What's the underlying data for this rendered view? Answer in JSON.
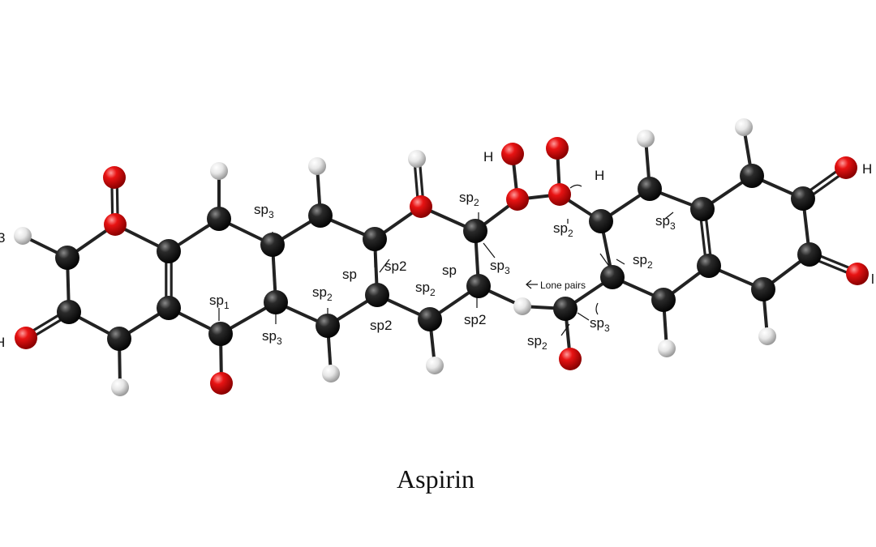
{
  "caption": "Aspirin",
  "colors": {
    "carbon": "#1a1a1a",
    "oxygen": "#e00d0d",
    "hydrogen": "#d9d9d9",
    "bond": "#222222"
  },
  "edge_letters": {
    "h_left": "H",
    "h_right": "H",
    "h_top": "H",
    "h_oh": "H",
    "edge_3": "3",
    "edge_l": "l"
  },
  "labels": {
    "sp3_a": "sp",
    "sp3_a_sub": "3",
    "sp1": "sp",
    "sp1_sub": "1",
    "sp3_b": "sp",
    "sp3_b_sub": "3",
    "sp2_a": "sp",
    "sp2_a_sub": "2",
    "sp_c": "sp",
    "sp2_c": "sp2",
    "sp2_d": "sp2",
    "sp2_e": "sp",
    "sp2_e_sub": "2",
    "sp2_top": "sp",
    "sp2_top_sub": "2",
    "sp_f": "sp",
    "sp3_f": "sp",
    "sp3_f_sub": "3",
    "sp2_g": "sp2",
    "sp2_h": "sp",
    "sp2_h_sub": "2",
    "sp2_i": "sp",
    "sp2_i_sub": "2",
    "sp3_right": "sp",
    "sp3_right_sub": "3",
    "sp2_j": "sp",
    "sp2_j_sub": "2",
    "sp3_k": "sp",
    "sp3_k_sub": "3",
    "lone_pairs": "Lone pairs"
  }
}
